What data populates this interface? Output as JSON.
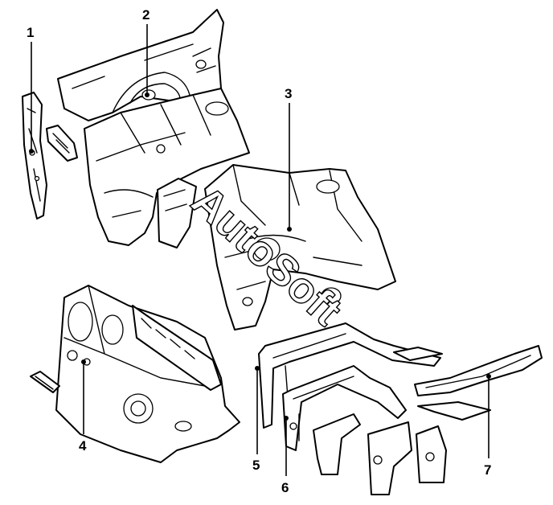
{
  "callouts": [
    {
      "id": "1",
      "label": "1"
    },
    {
      "id": "2",
      "label": "2"
    },
    {
      "id": "3",
      "label": "3"
    },
    {
      "id": "4",
      "label": "4"
    },
    {
      "id": "5",
      "label": "5"
    },
    {
      "id": "6",
      "label": "6"
    },
    {
      "id": "7",
      "label": "7"
    }
  ],
  "watermark": {
    "text": "AutoSoft"
  },
  "colors": {
    "line": "#000000",
    "fill": "#ffffff"
  }
}
